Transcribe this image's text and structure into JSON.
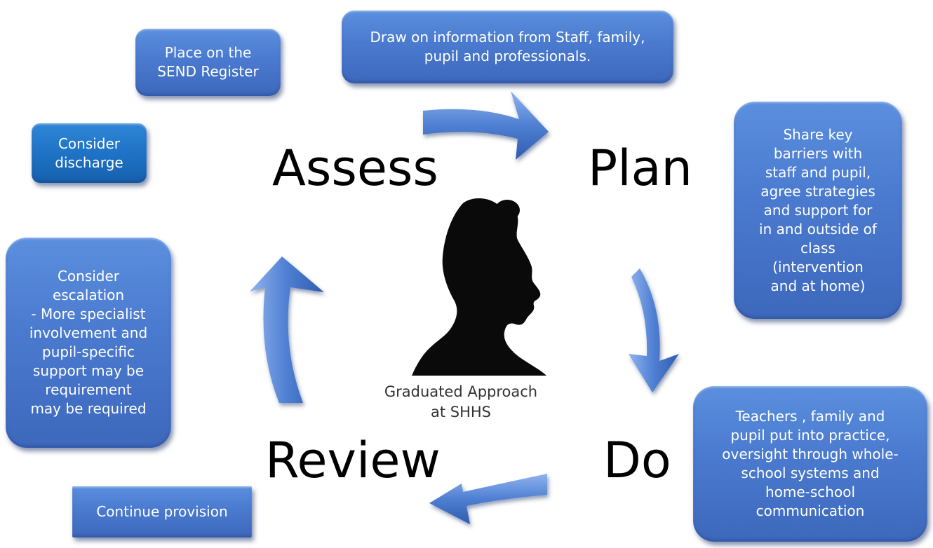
{
  "stages": {
    "assess": "Assess",
    "plan": "Plan",
    "do": "Do",
    "review": "Review"
  },
  "center": {
    "label": "Graduated Approach\nat SHHS",
    "image": "woman-silhouette-icon"
  },
  "boxes": {
    "assess_info": "Draw on information from Staff, family,\npupil and professionals.",
    "plan_info": "Share key\nbarriers with\nstaff and pupil,\nagree strategies\nand support for\nin and outside of\nclass\n(intervention\nand at home)",
    "do_info": "Teachers , family and\npupil put into practice,\noversight through whole-\nschool systems and\nhome-school\ncommunication",
    "send_register": "Place on the\nSEND Register",
    "consider_discharge": "Consider\ndischarge",
    "consider_escalation": "Consider\nescalation\n- More specialist\ninvolvement and\npupil-specific\nsupport may be\nrequirement\nmay be required",
    "continue_provision": "Continue provision"
  },
  "colors": {
    "box_blue": "#4a7acf",
    "arrow_blue": "#4f7fd2",
    "discharge_blue": "#1f73c6"
  }
}
